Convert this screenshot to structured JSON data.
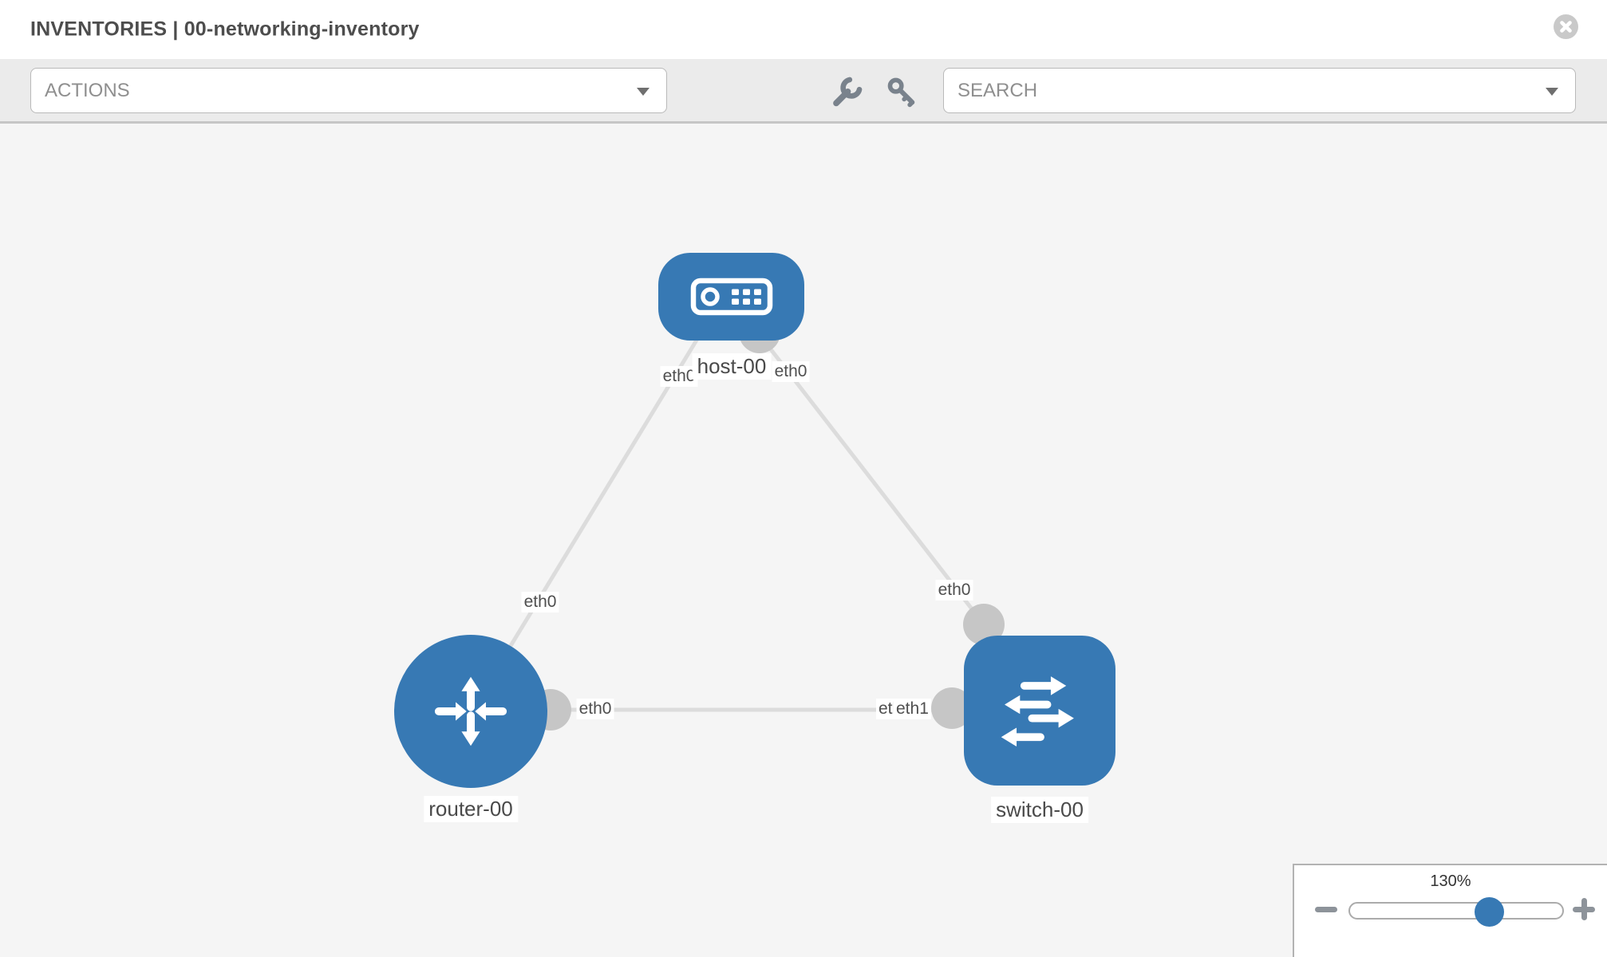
{
  "header": {
    "title": "INVENTORIES | 00-networking-inventory",
    "close_icon": "x-circle"
  },
  "toolbar": {
    "actions_label": "ACTIONS",
    "search_placeholder": "SEARCH",
    "wrench_icon": "wrench",
    "key_icon": "key",
    "caret_icon": "caret-down"
  },
  "graph": {
    "nodes": [
      {
        "label": "host-00",
        "type": "host"
      },
      {
        "label": "router-00",
        "type": "router"
      },
      {
        "label": "switch-00",
        "type": "switch"
      }
    ],
    "edges": [
      {
        "from": "router-00",
        "to": "host-00",
        "from_interface": "eth0",
        "to_interface": "eth0"
      },
      {
        "from": "host-00",
        "to": "switch-00",
        "from_interface": "eth0",
        "to_interface": "eth0"
      },
      {
        "from": "router-00",
        "to": "switch-00",
        "from_interface": "eth0",
        "to_interface": "eth1",
        "to_interface_overlap": "eth0"
      }
    ]
  },
  "zoom_control": {
    "level": "130%",
    "minus_icon": "minus",
    "plus_icon": "plus"
  },
  "colors": {
    "node_blue": "#3779b4",
    "edge_gray": "#dcdcdc",
    "port_gray": "#c6c6c6",
    "toolbar_bg": "#ebebeb",
    "canvas_bg": "#f5f5f5",
    "icon_gray": "#79828c"
  }
}
